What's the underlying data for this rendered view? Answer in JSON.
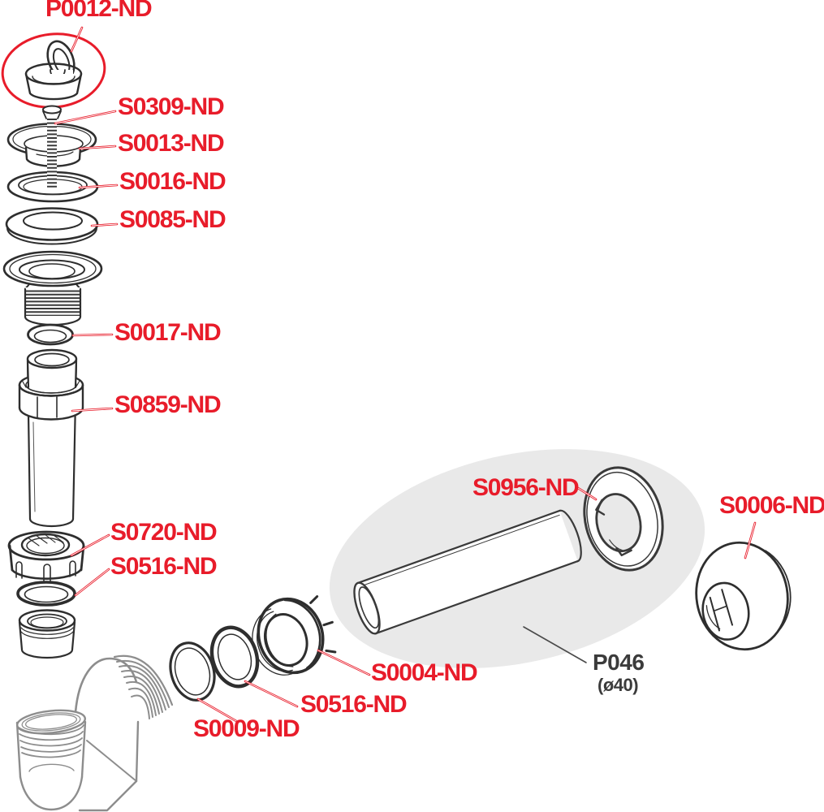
{
  "diagram_type": "exploded-parts-diagram",
  "colors": {
    "background": "#ffffff",
    "label_red": "#e81c2a",
    "highlight_circle_red": "#e81c2a",
    "part_line_dark": "#2e2e2e",
    "part_line_gray": "#8d8d8d",
    "highlight_ellipse_fill": "#e9e9e9",
    "p046_label_dark": "#3b3b3b"
  },
  "part_labels": {
    "p0012": "P0012-ND",
    "s0309": "S0309-ND",
    "s0013": "S0013-ND",
    "s0016": "S0016-ND",
    "s0085": "S0085-ND",
    "s0017": "S0017-ND",
    "s0859": "S0859-ND",
    "s0720": "S0720-ND",
    "s0516_upper": "S0516-ND",
    "s0009": "S0009-ND",
    "s0516_lower": "S0516-ND",
    "s0004": "S0004-ND",
    "s0956": "S0956-ND",
    "s0006": "S0006-ND"
  },
  "highlighted_assembly": {
    "code": "P046",
    "size": "(ø40)"
  }
}
